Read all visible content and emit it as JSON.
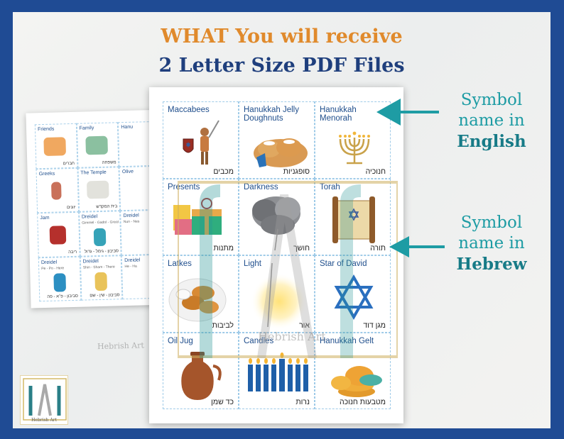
{
  "header": {
    "line1": "WHAT You will receive",
    "line2": "2  Letter Size PDF Files"
  },
  "callouts": [
    {
      "line1": "Symbol",
      "line2": "name in",
      "emph": "English"
    },
    {
      "line1": "Symbol",
      "line2": "name in",
      "emph": "Hebrew"
    }
  ],
  "watermark": "Hebrish Art",
  "logo": {
    "letters": "IAI",
    "text": "Hebrish Art"
  },
  "front_cards": [
    {
      "en": "Maccabees",
      "he": "מכבים"
    },
    {
      "en": "Hanukkah Jelly Doughnuts",
      "he": "סופגניות"
    },
    {
      "en": "Hanukkah Menorah",
      "he": "חנוכיה"
    },
    {
      "en": "Presents",
      "he": "מתנות"
    },
    {
      "en": "Darkness",
      "he": "חושך"
    },
    {
      "en": "Torah",
      "he": "תורה"
    },
    {
      "en": "Latkes",
      "he": "לביבות"
    },
    {
      "en": "Light",
      "he": "אור"
    },
    {
      "en": "Star of David",
      "he": "מגן דוד"
    },
    {
      "en": "Oil Jug",
      "he": "כד שמן"
    },
    {
      "en": "Candles",
      "he": "נרות"
    },
    {
      "en": "Hanukkah Gelt",
      "he": "מטבעות חנוכה"
    }
  ],
  "back_cards": [
    {
      "en": "Friends",
      "sub": "",
      "he": "חברים"
    },
    {
      "en": "Family",
      "sub": "",
      "he": "משפחה"
    },
    {
      "en": "Hanu",
      "sub": "",
      "he": ""
    },
    {
      "en": "Greeks",
      "sub": "",
      "he": "יוונים"
    },
    {
      "en": "The Temple",
      "sub": "",
      "he": "בית המקדש"
    },
    {
      "en": "Olive",
      "sub": "",
      "he": ""
    },
    {
      "en": "Jam",
      "sub": "",
      "he": "ריבה"
    },
    {
      "en": "Dreidel",
      "sub": "Gimmel - Gadol - Great",
      "he": "סביבון - גימל - גדול"
    },
    {
      "en": "Dreidel",
      "sub": "Nun - Nes",
      "he": ""
    },
    {
      "en": "Dreidel",
      "sub": "Pe - Po - Here",
      "he": "סביבון - פ׳א - פה"
    },
    {
      "en": "Dreidel",
      "sub": "Shin - Sham - There",
      "he": "סביבון - שין - שם"
    },
    {
      "en": "Dreidel",
      "sub": "He - Ha",
      "he": ""
    }
  ]
}
